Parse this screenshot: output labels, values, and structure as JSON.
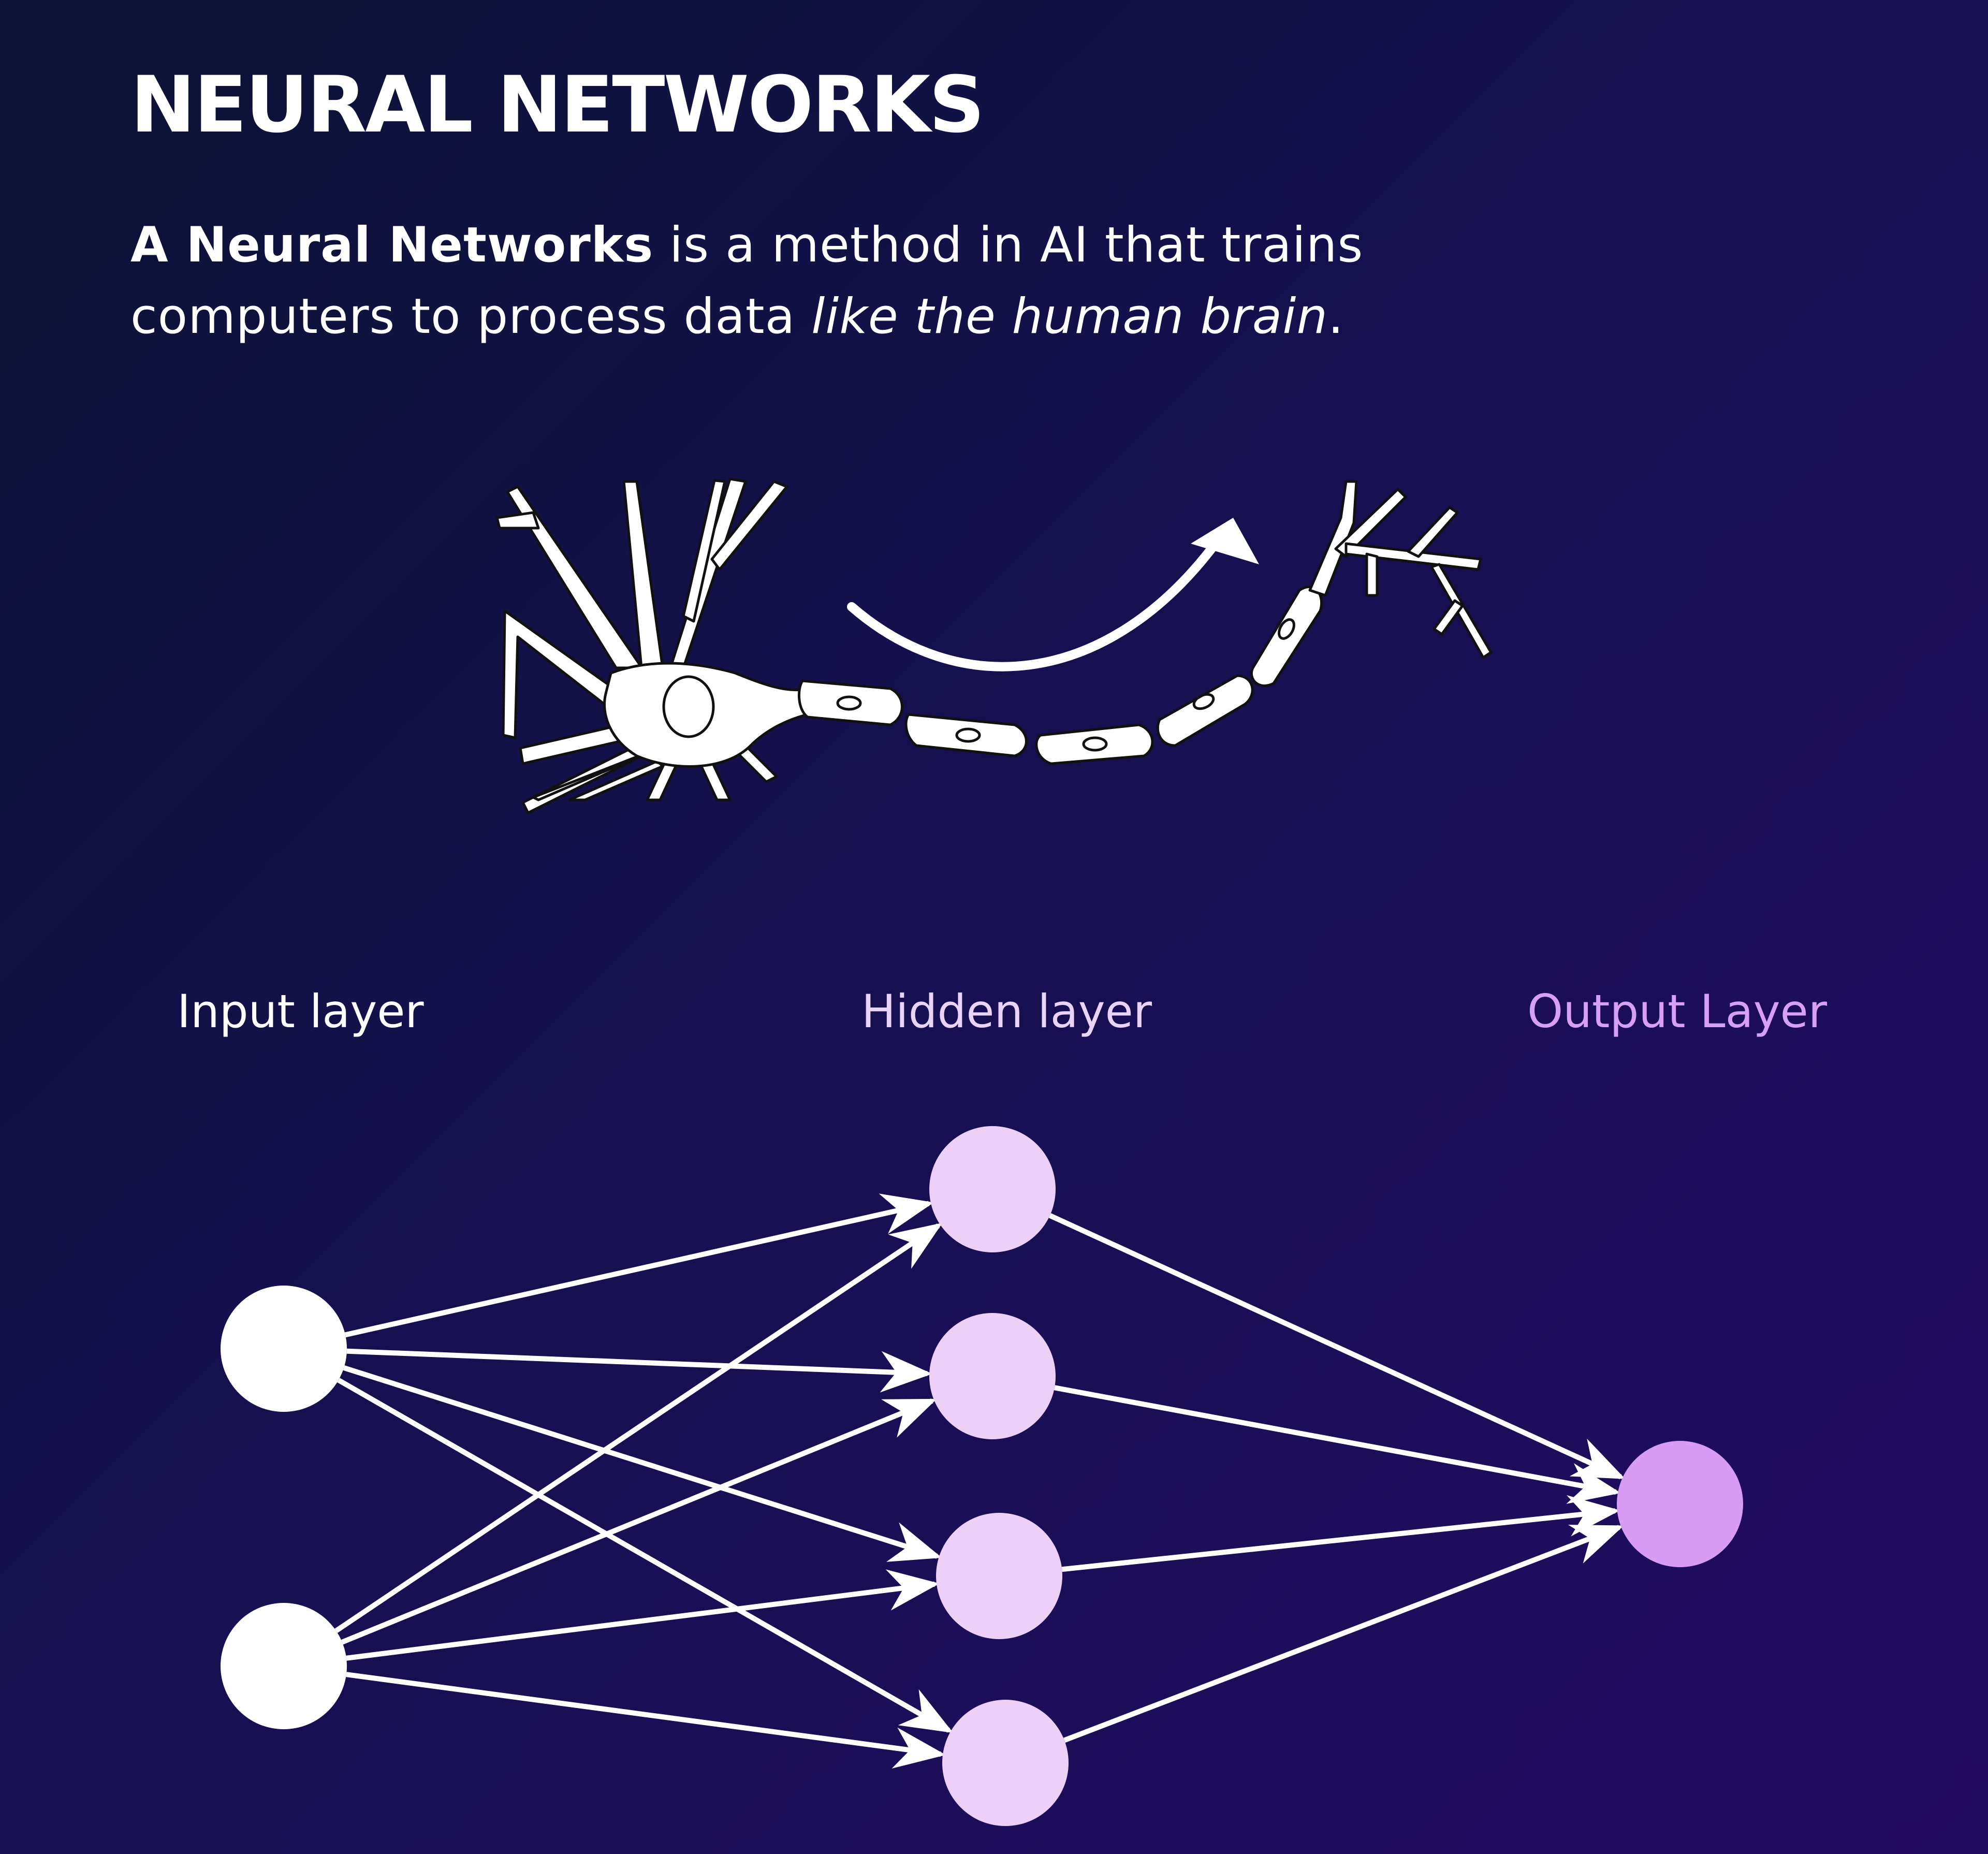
{
  "title": "NEURAL NETWORKS",
  "intro": {
    "bold": "A Neural Networks",
    "part1": " is a method in AI that trains computers to process data ",
    "italic": "like the human brain",
    "part2": "."
  },
  "layers": {
    "input": "Input layer",
    "hidden": "Hidden layer",
    "output": "Output Layer"
  },
  "colors": {
    "input_node": "#ffffff",
    "hidden_node": "#ecd0f8",
    "output_node": "#d89cf4",
    "edge": "#ffffff",
    "output_label": "#d7a0f4",
    "hidden_label": "#e9d3f6"
  },
  "network": {
    "input_nodes": 2,
    "hidden_nodes": 4,
    "output_nodes": 1
  },
  "icons": [
    "neuron-illustration",
    "curved-arrow-icon"
  ]
}
